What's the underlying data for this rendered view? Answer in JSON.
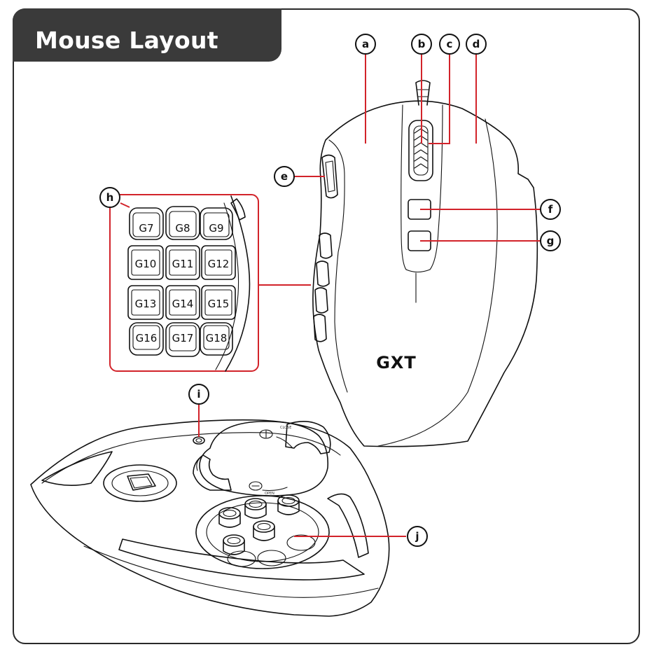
{
  "header": {
    "title": "Mouse Layout"
  },
  "callouts": [
    "a",
    "b",
    "c",
    "d",
    "e",
    "f",
    "g",
    "h",
    "i",
    "j"
  ],
  "gkeys": [
    "G7",
    "G8",
    "G9",
    "G10",
    "G11",
    "G12",
    "G13",
    "G14",
    "G15",
    "G16",
    "G17",
    "G18"
  ],
  "logo": {
    "text": "GXT"
  },
  "weight_lid_labels": {
    "top": "CLOSE",
    "bottom": "OPEN"
  },
  "colors": {
    "accent": "#d2232a",
    "title_bg": "#3a3a3a",
    "line": "#111111"
  }
}
